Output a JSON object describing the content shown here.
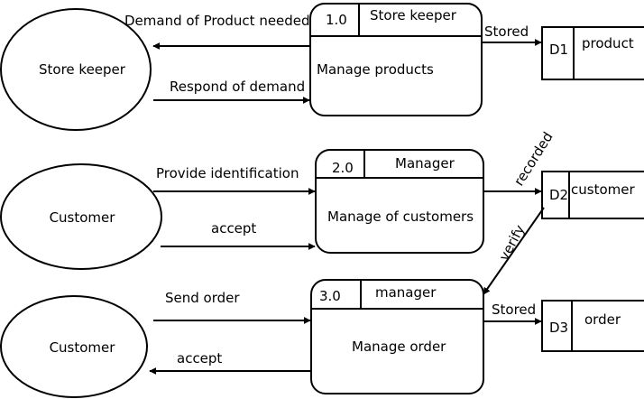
{
  "entities": {
    "store_keeper": "Store keeper",
    "customer_1": "Customer",
    "customer_2": "Customer"
  },
  "processes": {
    "p1": {
      "number": "1.0",
      "owner": "Store keeper",
      "name": "Manage products"
    },
    "p2": {
      "number": "2.0",
      "owner": "Manager",
      "name": "Manage of customers"
    },
    "p3": {
      "number": "3.0",
      "owner": "manager",
      "name": "Manage  order"
    }
  },
  "stores": {
    "d1": {
      "id": "D1",
      "name": "product"
    },
    "d2": {
      "id": "D2",
      "name": "customer"
    },
    "d3": {
      "id": "D3",
      "name": "order"
    }
  },
  "flows": {
    "demand_needed": "Demand of Product needed",
    "respond_demand": "Respond of demand",
    "stored_1": "Stored",
    "provide_identification": "Provide identification",
    "accept_1": "accept",
    "recorded": "recorded",
    "verify": "verify",
    "send_order": "Send order",
    "accept_2": "accept",
    "stored_2": "Stored"
  }
}
